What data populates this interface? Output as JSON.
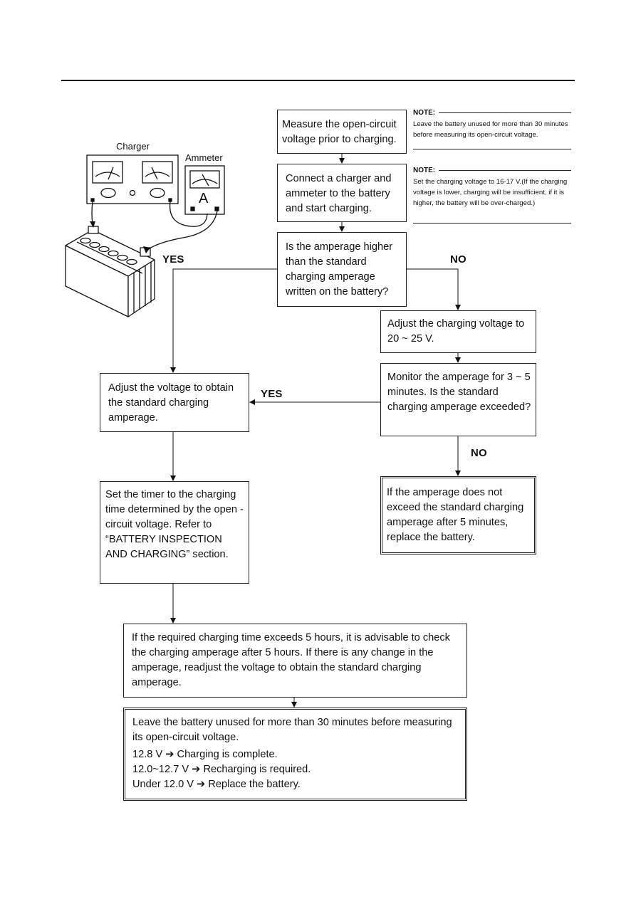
{
  "figure": {
    "charger_label": "Charger",
    "ammeter_label": "Ammeter",
    "ammeter_symbol": "A"
  },
  "notes": [
    {
      "title": "NOTE:",
      "text": "Leave the battery unused for more than 30 minutes before measuring its open-circuit voltage."
    },
    {
      "title": "NOTE:",
      "text": "Set the charging voltage to 16-17 V.(If the charging voltage is lower, charging will be insufficient, if it is higher, the battery will be over-charged.)"
    }
  ],
  "flow": {
    "measure": "Measure the open-circuit voltage prior to charging.",
    "connect": "Connect a charger and ammeter to the battery and start charging.",
    "question_amp": "Is the amperage higher than the standard charging amperage written on the battery?",
    "adjust_20_25": "Adjust the charging voltage to 20 ~ 25 V.",
    "monitor": "Monitor the amperage for 3 ~ 5 minutes. Is the standard charging amperage exceeded?",
    "adjust_std": "Adjust the voltage to obtain the standard charging amperage.",
    "replace_if": "If the amperage does not exceed the standard charging amperage after 5 minutes, replace the battery.",
    "timer": "Set the timer to the charging time determined by the open -circuit voltage. Refer to “BATTERY INSPECTION AND CHARGING” section.",
    "exceeds_5h": "If the required charging time exceeds 5 hours, it is advisable to check the charging amperage after 5 hours. If there is any change in the amperage, readjust the voltage to obtain the standard charging amperage.",
    "final_intro": "Leave the battery unused for more than 30 minutes before measuring its open-circuit voltage.",
    "final_lines": [
      "12.8 V ➔ Charging is complete.",
      "12.0~12.7 V ➔ Recharging is required.",
      "Under 12.0 V ➔ Replace the battery."
    ]
  },
  "labels": {
    "yes_1": "YES",
    "no_1": "NO",
    "yes_2": "YES",
    "no_2": "NO"
  }
}
